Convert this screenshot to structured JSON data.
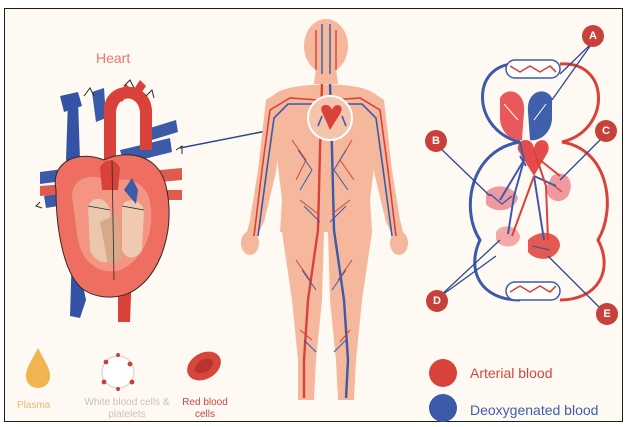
{
  "heart": {
    "title": "Heart"
  },
  "components": {
    "plasma": "Plasma",
    "white_cells": "White blood cells & platelets",
    "red_cells": "Red blood cells"
  },
  "markers": {
    "a": "A",
    "b": "B",
    "c": "C",
    "d": "D",
    "e": "E"
  },
  "legend": {
    "arterial": "Arterial blood",
    "deoxygenated": "Deoxygenated blood"
  },
  "colors": {
    "arterial_red": "#d9423a",
    "venous_blue": "#3b5aa8",
    "skin": "#f5b89c",
    "marker_red": "#c8403a",
    "background": "#fff9f4"
  }
}
